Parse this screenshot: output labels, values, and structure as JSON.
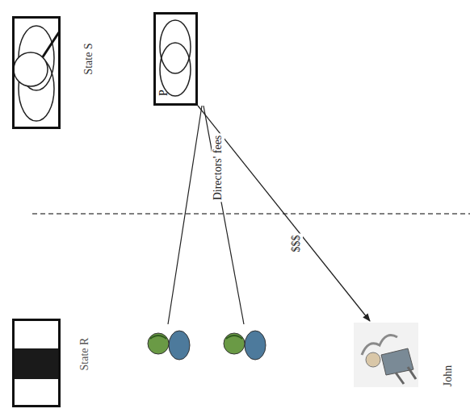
{
  "diagram": {
    "nodes": [
      {
        "text": [
          "State S"
        ]
      },
      {
        "text": [
          "P"
        ]
      },
      {
        "text": [
          "State R"
        ]
      },
      {
        "text": [
          "John"
        ]
      }
    ],
    "edges": [
      {
        "from": 1,
        "to": 3,
        "arrow": "to",
        "label": "$$$"
      }
    ],
    "labels": [
      "Directors' fees"
    ]
  }
}
